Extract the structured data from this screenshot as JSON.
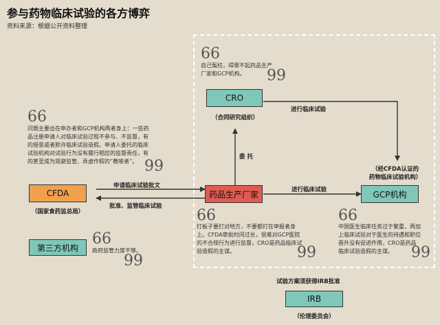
{
  "title": "参与药物临床试验的各方博弈",
  "source": "资料来源：根据公开资料整理",
  "quote_open": "66",
  "quote_close": "99",
  "nodes": {
    "cro": {
      "label": "CRO",
      "caption": "（合同研究组织）"
    },
    "sponsor": {
      "label": "药品生产厂家"
    },
    "gcp": {
      "label": "GCP机构",
      "caption_line1": "（经CFDA认证的",
      "caption_line2": "药物临床试验机构）"
    },
    "cfda": {
      "label": "CFDA",
      "caption": "（国家食药监总局）"
    },
    "third": {
      "label": "第三方机构"
    },
    "irb": {
      "label": "IRB",
      "caption": "（伦理委员会）"
    }
  },
  "edges": {
    "cro_gcp": "进行临床试验",
    "sponsor_cro": "委 托",
    "sponsor_gcp": "进行临床试验",
    "cfda_sponsor_top": "申请临床试验批文",
    "cfda_sponsor_bottom": "批准、监管临床试验",
    "irb": "试验方案须获得IRB批准"
  },
  "notes": {
    "cro": [
      "自己冤枉，得罪不起药品生产",
      "厂家和GCP机构。"
    ],
    "problem": [
      "问题主要出在申办者和GCP机构两者身上：一些药",
      "品注册申请人对临床试验过程不参与、不监督，有",
      "的授意或者默许临床试验造假。申请人委托的临床",
      "试验机构对试验行为没有履行相应的监督责任，有",
      "的甚至成为观避监管、弄虚作假的“教唆者”。"
    ],
    "third": [
      "政府监管力度不够。"
    ],
    "sponsor": [
      "打板子要打对地方，不要都打在申报者身",
      "上。CFDA审批时间过长，很难对GCP医院",
      "的不合规行为进行监督，CRO是药品临床试",
      "验造假的主谋。"
    ],
    "gcp": [
      "中国医生临床任务过于繁重，再加",
      "上临床试验对于医生的待遇和职位",
      "晋升没有促进作用，CRO是药品",
      "临床试验造假的主谋。"
    ]
  },
  "colors": {
    "cyan": "#7fc8b9",
    "orange": "#f1a14c",
    "red": "#e05b52",
    "background": "#e4dccd"
  }
}
